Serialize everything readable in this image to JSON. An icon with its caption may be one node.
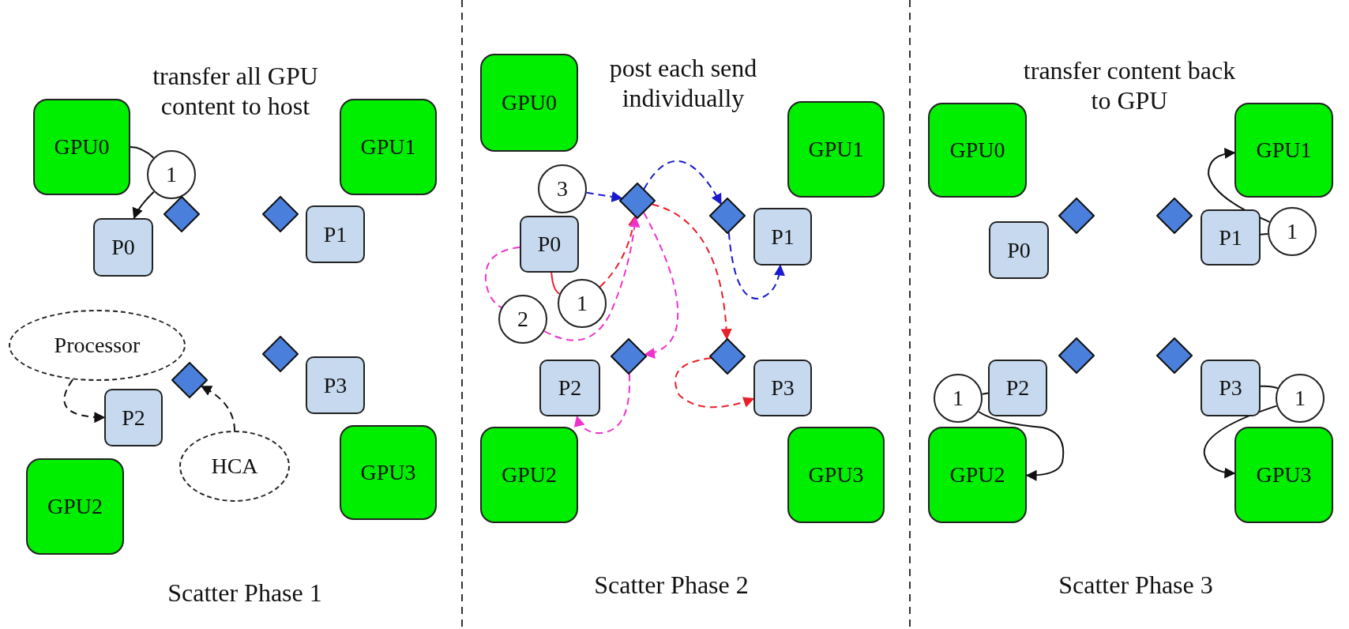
{
  "diagram": {
    "nodes": [
      {
        "text": [
          "GPU0"
        ]
      },
      {
        "text": [
          "1"
        ]
      },
      {
        "text": [
          "GPU1"
        ]
      },
      {
        "text": [],
        "shape": "diamond"
      },
      {
        "text": [],
        "shape": "diamond"
      },
      {
        "text": [
          "P0"
        ]
      },
      {
        "text": [
          "P1"
        ]
      },
      {
        "text": [
          "Processor"
        ]
      },
      {
        "text": [],
        "shape": "diamond"
      },
      {
        "text": [],
        "shape": "diamond"
      },
      {
        "text": [
          "P3"
        ]
      },
      {
        "text": [
          "P2"
        ]
      },
      {
        "text": [
          "HCA"
        ]
      },
      {
        "text": [
          "GPU3"
        ]
      },
      {
        "text": [
          "GPU2"
        ]
      },
      {
        "text": [
          "GPU0"
        ]
      },
      {
        "text": [
          "GPU1"
        ]
      },
      {
        "text": [
          "3"
        ]
      },
      {
        "text": [],
        "shape": "diamond"
      },
      {
        "text": [],
        "shape": "diamond"
      },
      {
        "text": [
          "P0"
        ]
      },
      {
        "text": [
          "P1"
        ]
      },
      {
        "text": [
          "1"
        ]
      },
      {
        "text": [
          "2"
        ]
      },
      {
        "text": [],
        "shape": "diamond"
      },
      {
        "text": [],
        "shape": "diamond"
      },
      {
        "text": [
          "P2"
        ]
      },
      {
        "text": [
          "P3"
        ]
      },
      {
        "text": [
          "GPU2"
        ]
      },
      {
        "text": [
          "GPU3"
        ]
      },
      {
        "text": [
          "GPU0"
        ]
      },
      {
        "text": [
          "GPU1"
        ]
      },
      {
        "text": [],
        "shape": "diamond"
      },
      {
        "text": [],
        "shape": "diamond"
      },
      {
        "text": [
          "P1"
        ]
      },
      {
        "text": [
          "1"
        ]
      },
      {
        "text": [
          "P0"
        ]
      },
      {
        "text": [],
        "shape": "diamond"
      },
      {
        "text": [],
        "shape": "diamond"
      },
      {
        "text": [
          "1"
        ]
      },
      {
        "text": [
          "P2"
        ]
      },
      {
        "text": [
          "P3"
        ]
      },
      {
        "text": [
          "1"
        ]
      },
      {
        "text": [
          "GPU2"
        ]
      },
      {
        "text": [
          "GPU3"
        ]
      }
    ],
    "edges": [
      {
        "from": 0,
        "to": 1,
        "arrow": "none"
      },
      {
        "from": 1,
        "to": 5,
        "arrow": "to"
      },
      {
        "from": 7,
        "to": 11,
        "arrow": "to",
        "style": "dashed"
      },
      {
        "from": 12,
        "to": 8,
        "arrow": "to",
        "style": "dashed"
      },
      {
        "from": 17,
        "to": 18,
        "arrow": "to",
        "style": "dashed",
        "color": "#1a1acc"
      },
      {
        "from": 18,
        "to": 19,
        "arrow": "to",
        "style": "dashed",
        "color": "#1a1acc"
      },
      {
        "from": 19,
        "to": 21,
        "arrow": "to",
        "style": "dashed",
        "color": "#1a1acc"
      },
      {
        "from": 20,
        "to": 22,
        "arrow": "none",
        "color": "#e8202a"
      },
      {
        "from": 22,
        "to": 18,
        "arrow": "to",
        "style": "dashed",
        "color": "#e8202a"
      },
      {
        "from": 18,
        "to": 25,
        "arrow": "to",
        "style": "dashed",
        "color": "#e8202a"
      },
      {
        "from": 25,
        "to": 27,
        "arrow": "to",
        "style": "dashed",
        "color": "#e8202a"
      },
      {
        "from": 20,
        "to": 23,
        "arrow": "none",
        "style": "dashed",
        "color": "#ee33cc"
      },
      {
        "from": 23,
        "to": 18,
        "arrow": "to",
        "style": "dashed",
        "color": "#ee33cc"
      },
      {
        "from": 18,
        "to": 24,
        "arrow": "to",
        "style": "dashed",
        "color": "#ee33cc"
      },
      {
        "from": 24,
        "to": 26,
        "arrow": "to",
        "style": "dashed",
        "color": "#ee33cc"
      },
      {
        "from": 34,
        "to": 35,
        "arrow": "none"
      },
      {
        "from": 35,
        "to": 31,
        "arrow": "to"
      },
      {
        "from": 40,
        "to": 39,
        "arrow": "none"
      },
      {
        "from": 39,
        "to": 43,
        "arrow": "to"
      },
      {
        "from": 41,
        "to": 42,
        "arrow": "none"
      },
      {
        "from": 42,
        "to": 44,
        "arrow": "to"
      }
    ],
    "labels": [
      "transfer all GPU content to host",
      "Scatter Phase 1",
      "post each send individually",
      "Scatter Phase 2",
      "transfer content back to GPU",
      "Scatter Phase 3"
    ]
  }
}
